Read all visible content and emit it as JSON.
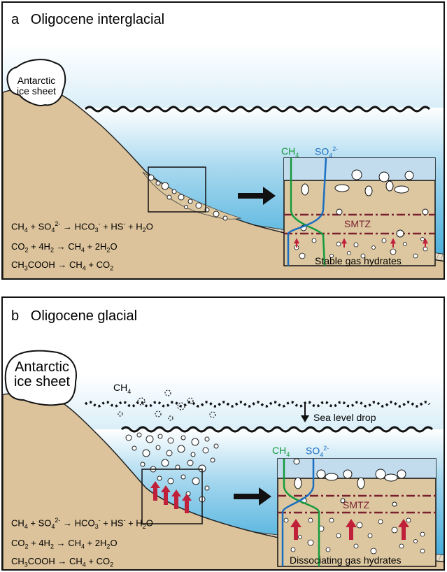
{
  "panels": {
    "a": {
      "letter": "a",
      "title": "Oligocene interglacial",
      "ice_sheet": [
        "Antarctic",
        "ice sheet"
      ],
      "ch4": "CH",
      "ch4_sub": "4",
      "so4": "SO",
      "so4_sub": "4",
      "so4_sup": "2-",
      "smtz": "SMTZ",
      "zone_label": "Stable gas hydrates",
      "equations": [
        [
          "CH",
          "4",
          " + SO",
          "4",
          "2-",
          " → HCO",
          "3",
          "-",
          " + HS",
          "-",
          " + H",
          "2",
          "O"
        ],
        [
          "CO",
          "2",
          " + 4H",
          "2",
          " → CH",
          "4",
          " + 2H",
          "2",
          "O"
        ],
        [
          "CH",
          "3",
          "COOH → CH",
          "4",
          " + CO",
          "2"
        ]
      ]
    },
    "b": {
      "letter": "b",
      "title": "Oligocene glacial",
      "ice_sheet": [
        "Antarctic",
        "ice sheet"
      ],
      "escaping_gas": "CH",
      "escaping_gas_sub": "4",
      "sea_level": "Sea level drop",
      "ch4": "CH",
      "ch4_sub": "4",
      "so4": "SO",
      "so4_sub": "4",
      "so4_sup": "2-",
      "smtz": "SMTZ",
      "zone_label": "Dissociating gas hydrates",
      "equations": [
        [
          "CH",
          "4",
          " + SO",
          "4",
          "2-",
          " → HCO",
          "3",
          "-",
          " + HS",
          "-",
          " + H",
          "2",
          "O"
        ],
        [
          "CO",
          "2",
          " + 4H",
          "2",
          " → CH",
          "4",
          " + 2H",
          "2",
          "O"
        ],
        [
          "CH",
          "3",
          "COOH → CH",
          "4",
          " + CO",
          "2"
        ]
      ]
    }
  },
  "colors": {
    "sea_top": "#ffffff",
    "sea_bottom": "#3aa8d8",
    "seafloor": "#dcc39b",
    "sediment_box": "#dcc7a0",
    "inset_water": "#c2dcee",
    "ch4_line": "#169a3c",
    "so4_line": "#1b6fc0",
    "smtz_line": "#7a1f2e",
    "arrow_red": "#c0203a"
  }
}
